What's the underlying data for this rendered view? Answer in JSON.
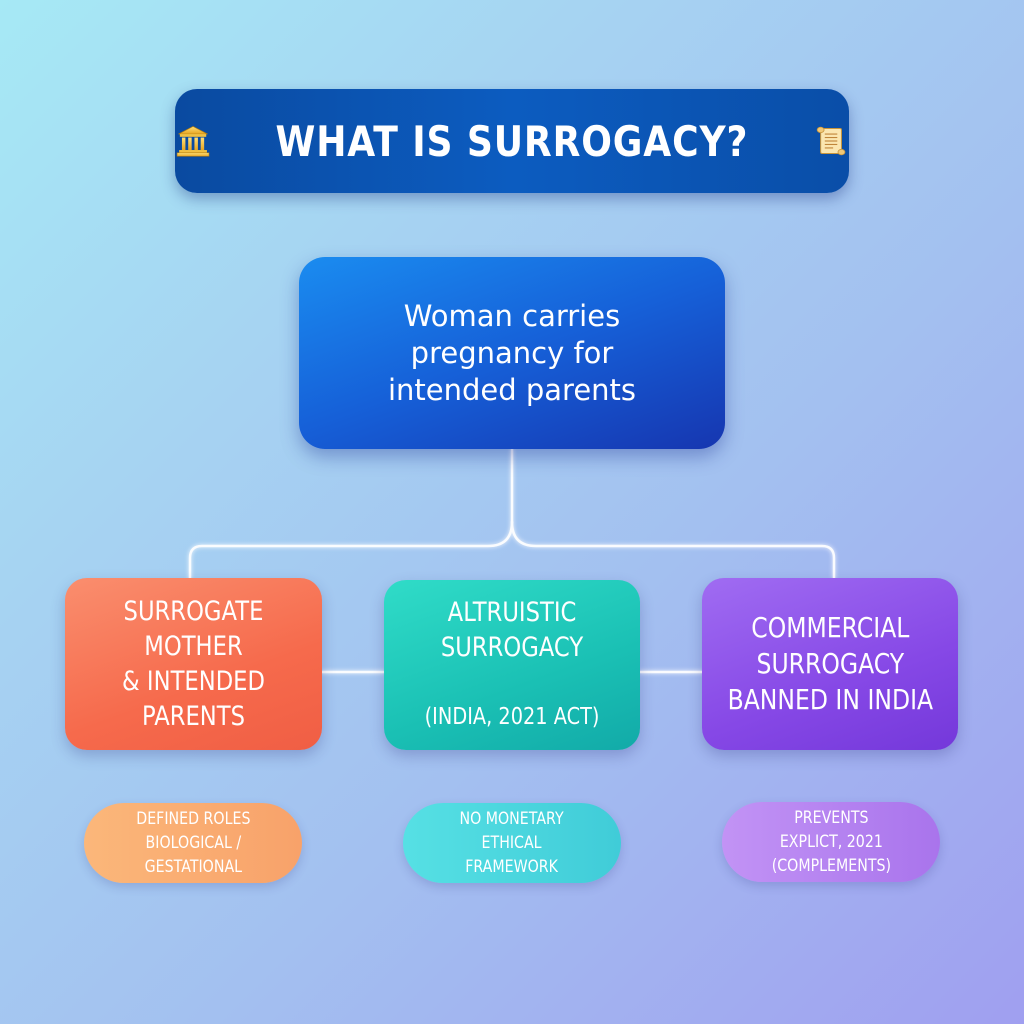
{
  "title": "WHAT IS SURROGACY?",
  "icons": {
    "left": "courthouse-icon",
    "right": "scroll-icon"
  },
  "definition": "Woman carries pregnancy for intended parents",
  "categories": [
    {
      "label": "SURROGATE MOTHER\n& INTENDED PARENTS",
      "color": "#f66a4c"
    },
    {
      "label": "ALTRUISTIC\nSURROGACY",
      "sub": "(INDIA, 2021 ACT)",
      "color": "#1ac0b4"
    },
    {
      "label": "COMMERCIAL\nSURROGACY\nBANNED IN INDIA",
      "color": "#8648e6"
    }
  ],
  "details": [
    {
      "text": "DEFINED ROLES\nBIOLOGICAL /\nGESTATIONAL",
      "color": "#f8a26a"
    },
    {
      "text": "NO MONETARY\nETHICAL\nFRAMEWORK",
      "color": "#40ccd8"
    },
    {
      "text": "PREVENTS\nEXPLICT, 2021\n(COMPLEMENTS)",
      "color": "#a974ec"
    }
  ]
}
